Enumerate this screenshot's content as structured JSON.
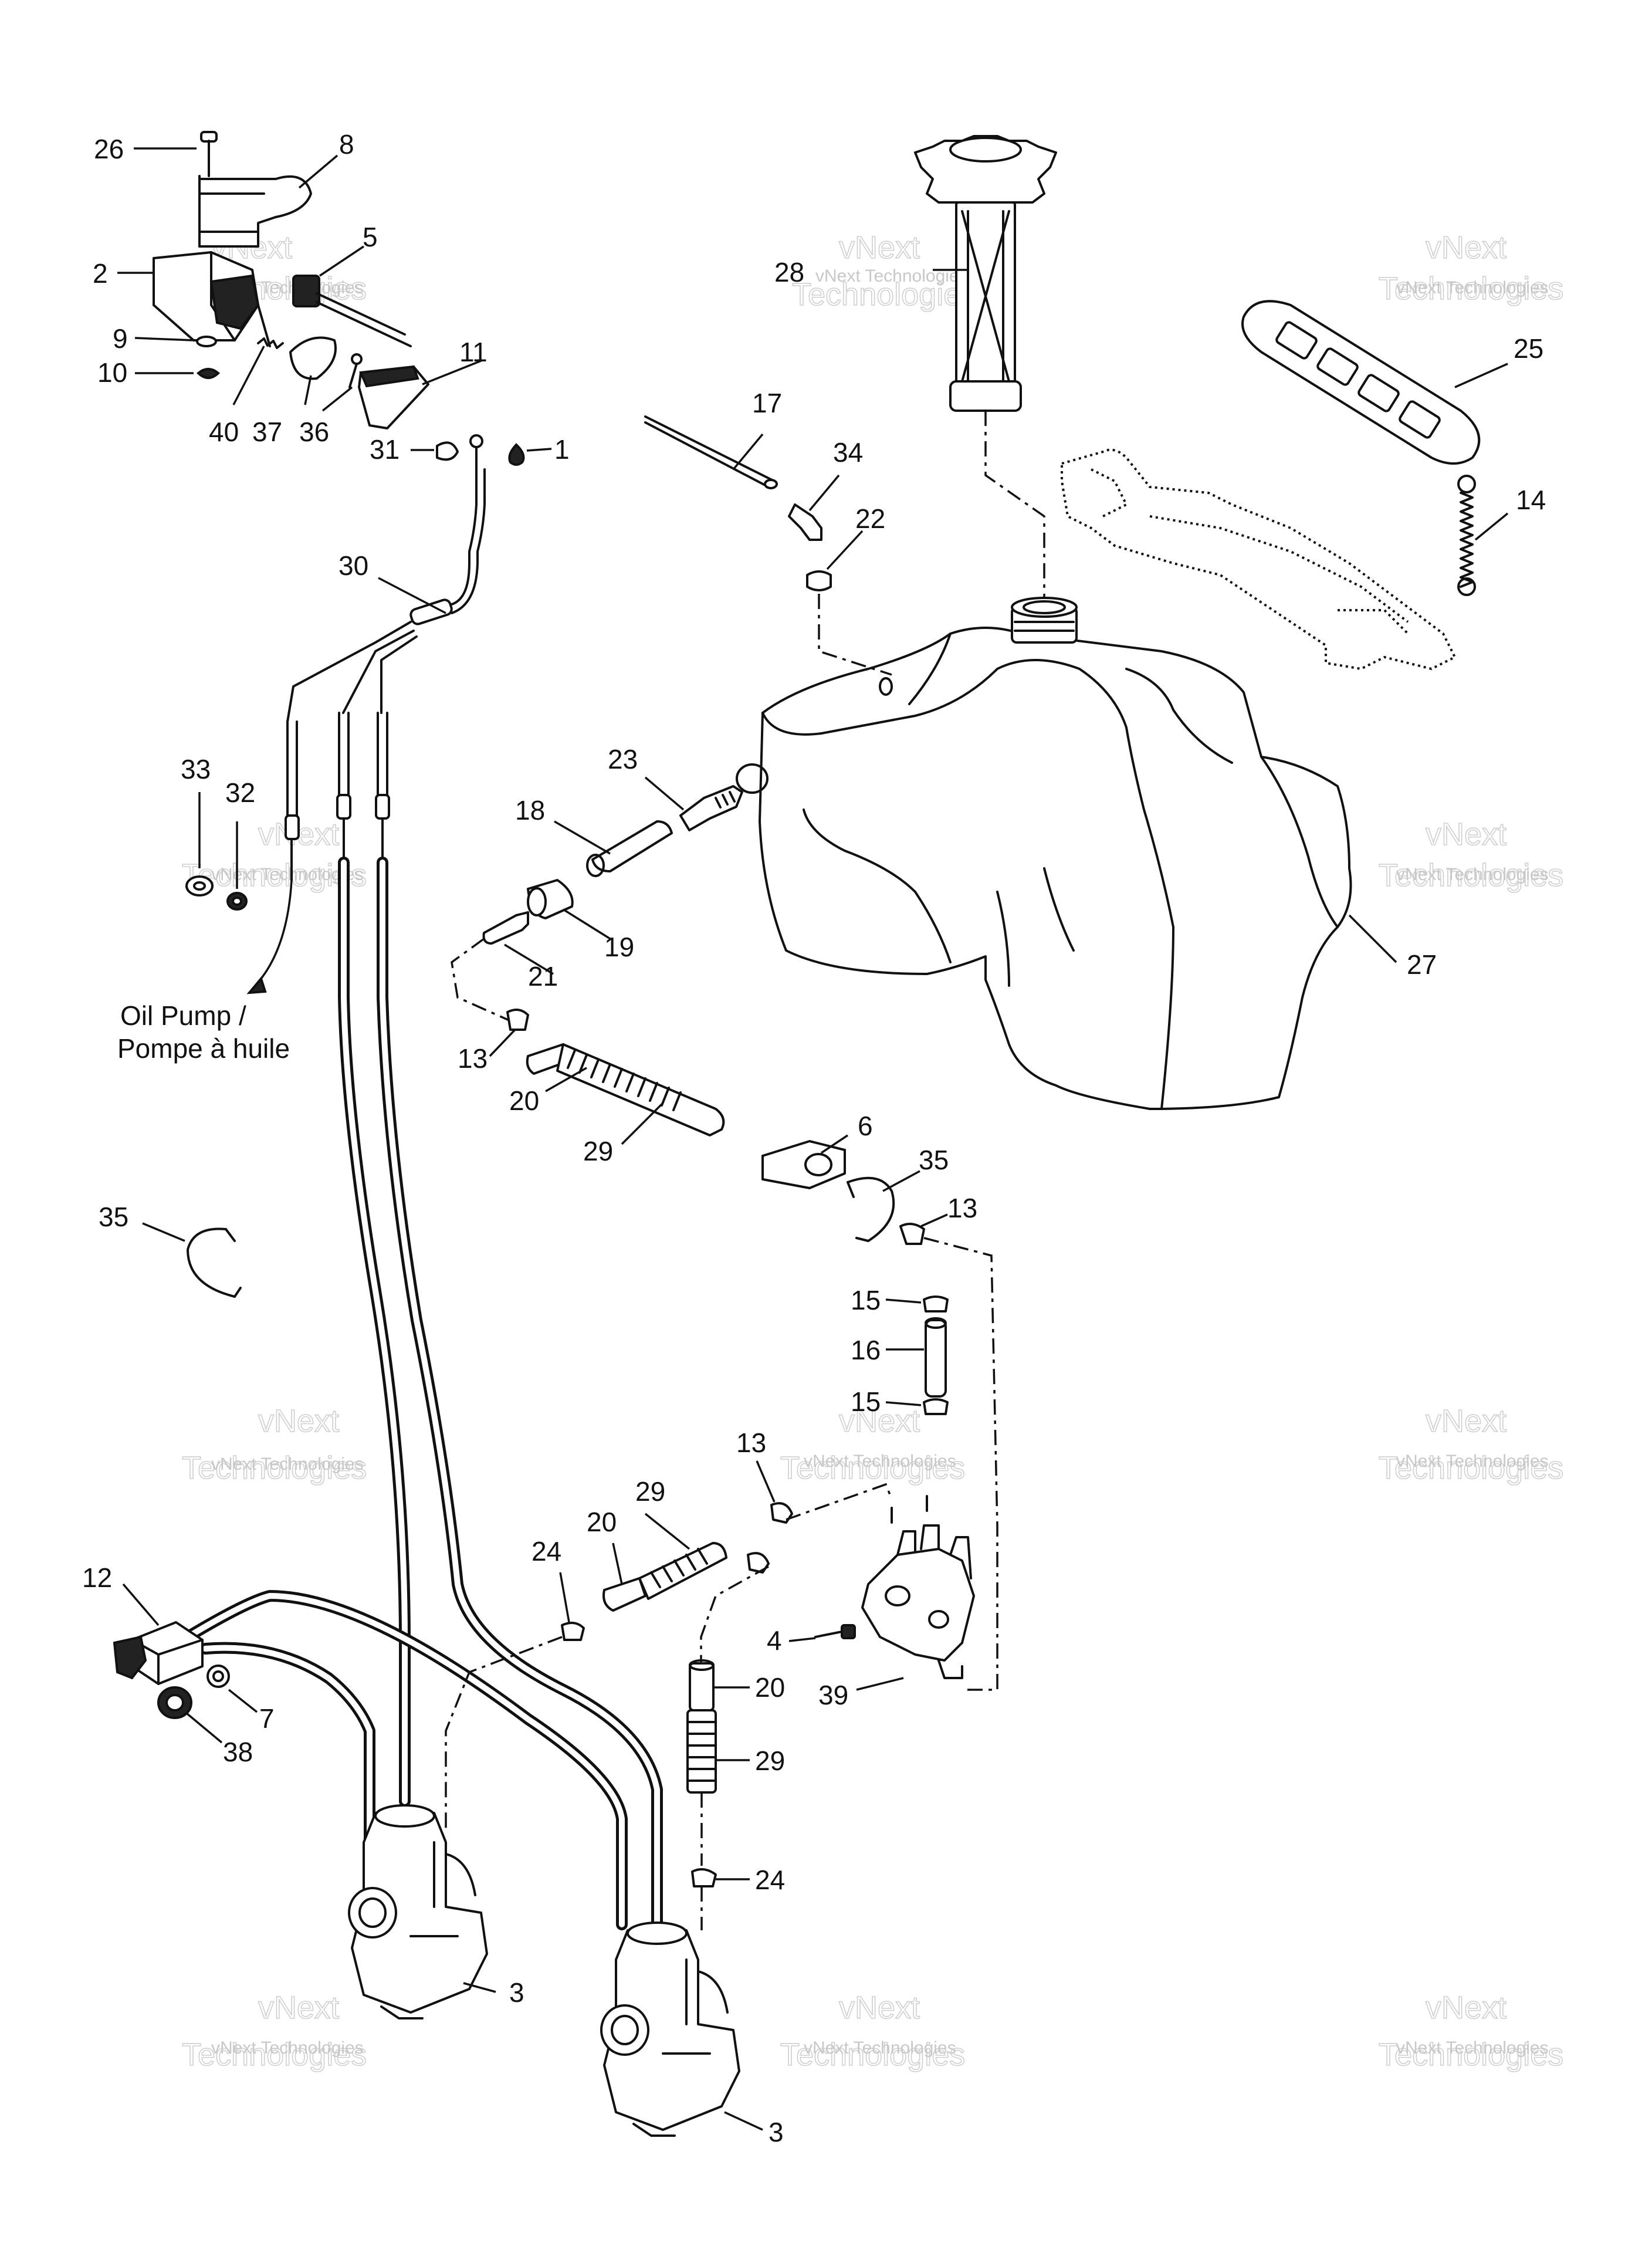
{
  "callouts": {
    "c1": "1",
    "c2": "2",
    "c3a": "3",
    "c3b": "3",
    "c4": "4",
    "c5": "5",
    "c6": "6",
    "c7": "7",
    "c8": "8",
    "c9": "9",
    "c10": "10",
    "c11": "11",
    "c12": "12",
    "c13a": "13",
    "c13b": "13",
    "c13c": "13",
    "c14": "14",
    "c15a": "15",
    "c15b": "15",
    "c16": "16",
    "c17": "17",
    "c18": "18",
    "c19": "19",
    "c20a": "20",
    "c20b": "20",
    "c20c": "20",
    "c21": "21",
    "c22": "22",
    "c23": "23",
    "c24a": "24",
    "c24b": "24",
    "c25": "25",
    "c26": "26",
    "c27": "27",
    "c28": "28",
    "c29a": "29",
    "c29b": "29",
    "c29c": "29",
    "c30": "30",
    "c31": "31",
    "c32": "32",
    "c33": "33",
    "c34": "34",
    "c35a": "35",
    "c35b": "35",
    "c36": "36",
    "c37": "37",
    "c38": "38",
    "c39": "39",
    "c40": "40"
  },
  "oil_pump_note": {
    "line1": "Oil Pump /",
    "line2": "Pompe à huile"
  },
  "watermark": {
    "line1": "vNext Technologies",
    "line2": "vNext",
    "line3": "Technologies"
  }
}
